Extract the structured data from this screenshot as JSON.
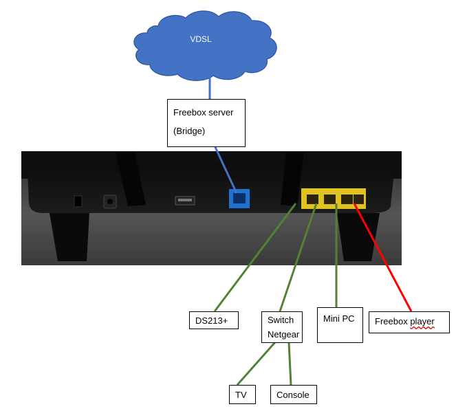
{
  "cloud": {
    "label": "VDSL",
    "color": "#4472c4"
  },
  "bridge": {
    "line1": "Freebox server",
    "line2": "(Bridge)"
  },
  "devices": {
    "ds": "DS213+",
    "switch_line1": "Switch",
    "switch_line2": "Netgear",
    "minipc": "Mini PC",
    "player_word1": "Freebox",
    "player_word2": "player",
    "tv": "TV",
    "console": "Console"
  },
  "colors": {
    "wan_link": "#4472c4",
    "lan_link": "#548235",
    "player_link": "#ff0000",
    "router_body": "#1a1a1a",
    "wan_port": "#1e73d2",
    "lan_ports": "#e0c220"
  }
}
